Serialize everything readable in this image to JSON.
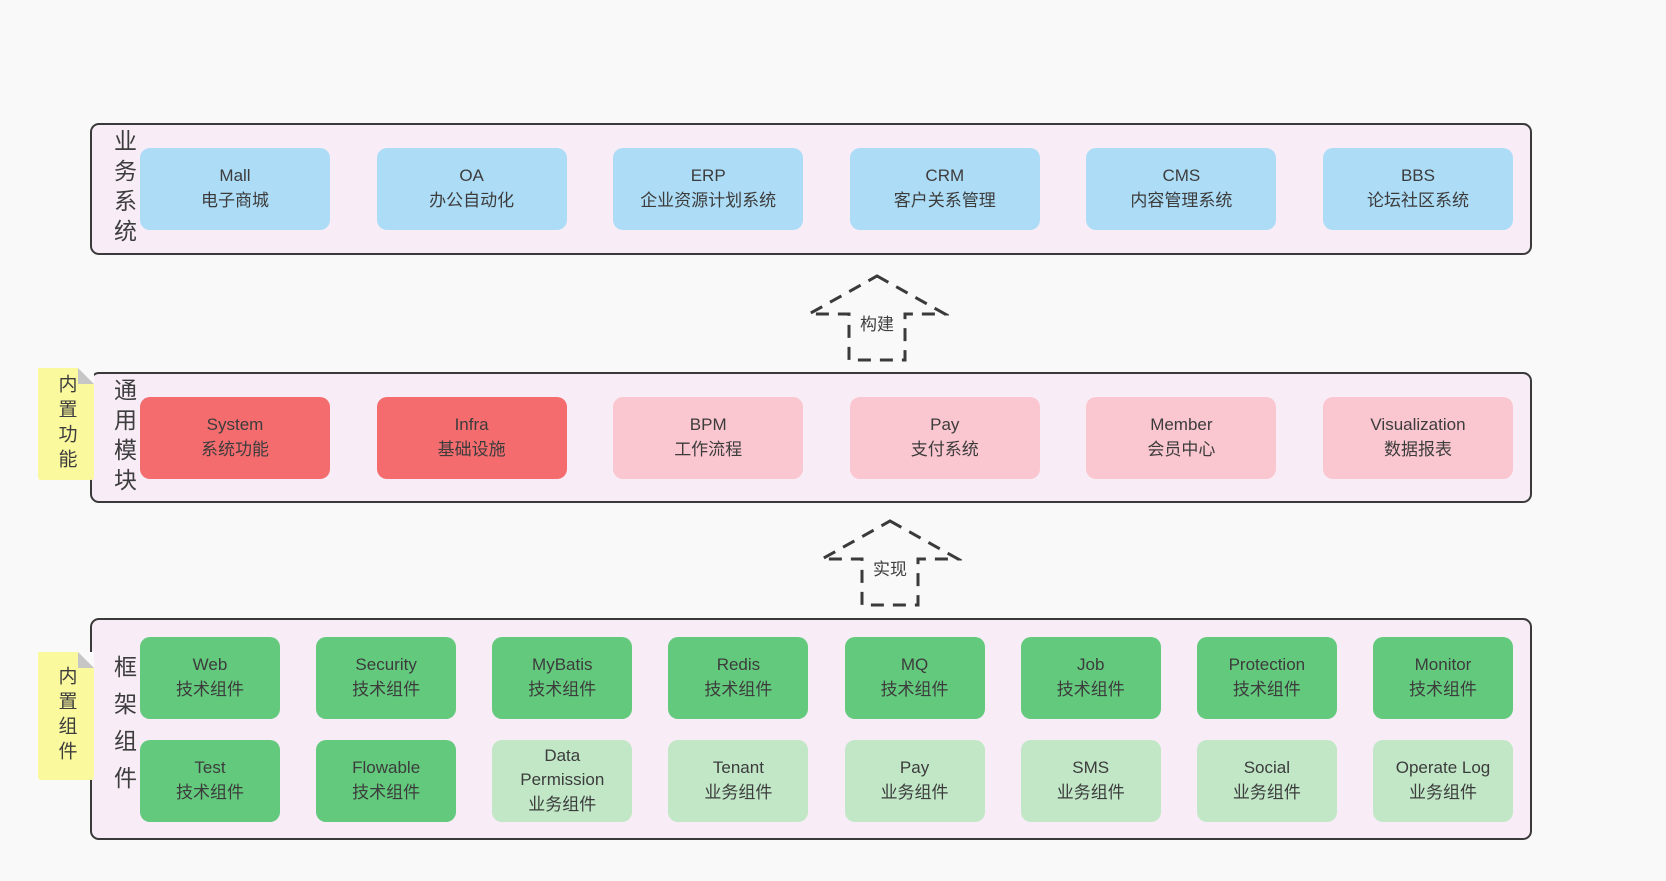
{
  "colors": {
    "page_bg": "#f9f9f9",
    "band_bg": "#f8edf6",
    "band_border": "#3a3a3a",
    "blue": "#addcf6",
    "red": "#f56c6f",
    "pink": "#fac6cf",
    "green": "#63c97d",
    "light_green": "#c1e7c7",
    "note_yellow": "#fbf99e",
    "text": "#3c3c3c"
  },
  "layers": [
    {
      "label": "业务系统",
      "boxes": [
        {
          "name": "Mall",
          "desc": "电子商城"
        },
        {
          "name": "OA",
          "desc": "办公自动化"
        },
        {
          "name": "ERP",
          "desc": "企业资源计划系统"
        },
        {
          "name": "CRM",
          "desc": "客户关系管理"
        },
        {
          "name": "CMS",
          "desc": "内容管理系统"
        },
        {
          "name": "BBS",
          "desc": "论坛社区系统"
        }
      ]
    },
    {
      "label": "通用模块",
      "note": "内置功能",
      "boxes": [
        {
          "name": "System",
          "desc": "系统功能"
        },
        {
          "name": "Infra",
          "desc": "基础设施"
        },
        {
          "name": "BPM",
          "desc": "工作流程"
        },
        {
          "name": "Pay",
          "desc": "支付系统"
        },
        {
          "name": "Member",
          "desc": "会员中心"
        },
        {
          "name": "Visualization",
          "desc": "数据报表"
        }
      ]
    },
    {
      "label": "框架组件",
      "note": "内置组件",
      "rows": [
        [
          {
            "name": "Web",
            "desc": "技术组件"
          },
          {
            "name": "Security",
            "desc": "技术组件"
          },
          {
            "name": "MyBatis",
            "desc": "技术组件"
          },
          {
            "name": "Redis",
            "desc": "技术组件"
          },
          {
            "name": "MQ",
            "desc": "技术组件"
          },
          {
            "name": "Job",
            "desc": "技术组件"
          },
          {
            "name": "Protection",
            "desc": "技术组件"
          },
          {
            "name": "Monitor",
            "desc": "技术组件"
          }
        ],
        [
          {
            "name": "Test",
            "desc": "技术组件"
          },
          {
            "name": "Flowable",
            "desc": "技术组件"
          },
          {
            "name": "Data Permission",
            "desc": "业务组件"
          },
          {
            "name": "Tenant",
            "desc": "业务组件"
          },
          {
            "name": "Pay",
            "desc": "业务组件"
          },
          {
            "name": "SMS",
            "desc": "业务组件"
          },
          {
            "name": "Social",
            "desc": "业务组件"
          },
          {
            "name": "Operate Log",
            "desc": "业务组件"
          }
        ]
      ]
    }
  ],
  "arrows": [
    {
      "label": "构建"
    },
    {
      "label": "实现"
    }
  ]
}
